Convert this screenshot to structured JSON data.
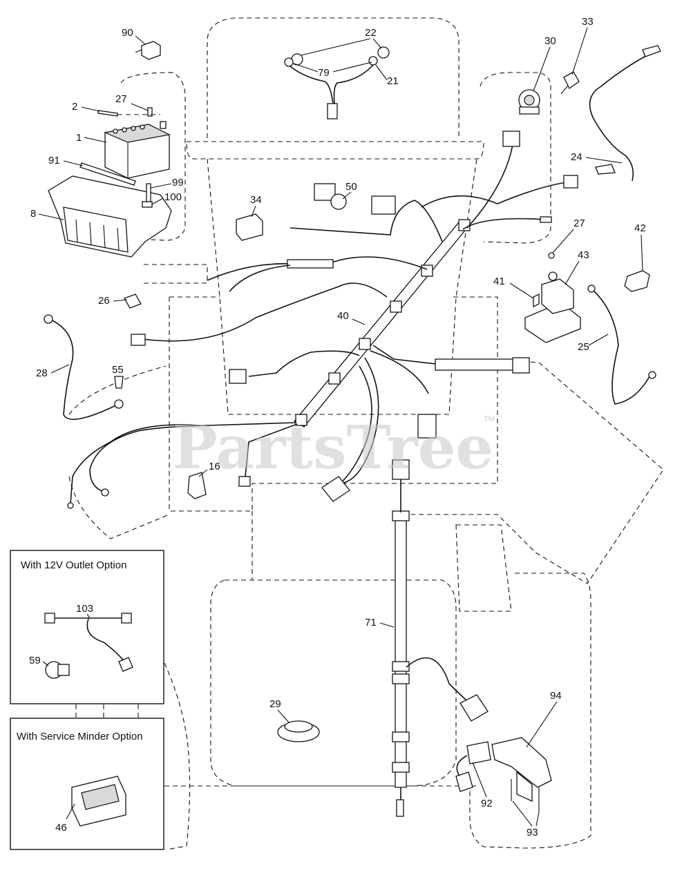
{
  "watermark": {
    "text": "PartsTree",
    "trademark": "TM"
  },
  "option_boxes": {
    "outlet": {
      "title": "With 12V Outlet Option"
    },
    "service": {
      "title": "With Service Minder Option"
    }
  },
  "callouts": {
    "c1": "1",
    "c2": "2",
    "c8": "8",
    "c16": "16",
    "c21": "21",
    "c22": "22",
    "c24": "24",
    "c25": "25",
    "c26": "26",
    "c27a": "27",
    "c27b": "27",
    "c28": "28",
    "c29": "29",
    "c30": "30",
    "c33": "33",
    "c34": "34",
    "c40": "40",
    "c41": "41",
    "c42": "42",
    "c43": "43",
    "c46": "46",
    "c50": "50",
    "c55": "55",
    "c59": "59",
    "c71": "71",
    "c79": "79",
    "c90": "90",
    "c91": "91",
    "c92": "92",
    "c93": "93",
    "c94": "94",
    "c99": "99",
    "c100": "100",
    "c103": "103"
  }
}
